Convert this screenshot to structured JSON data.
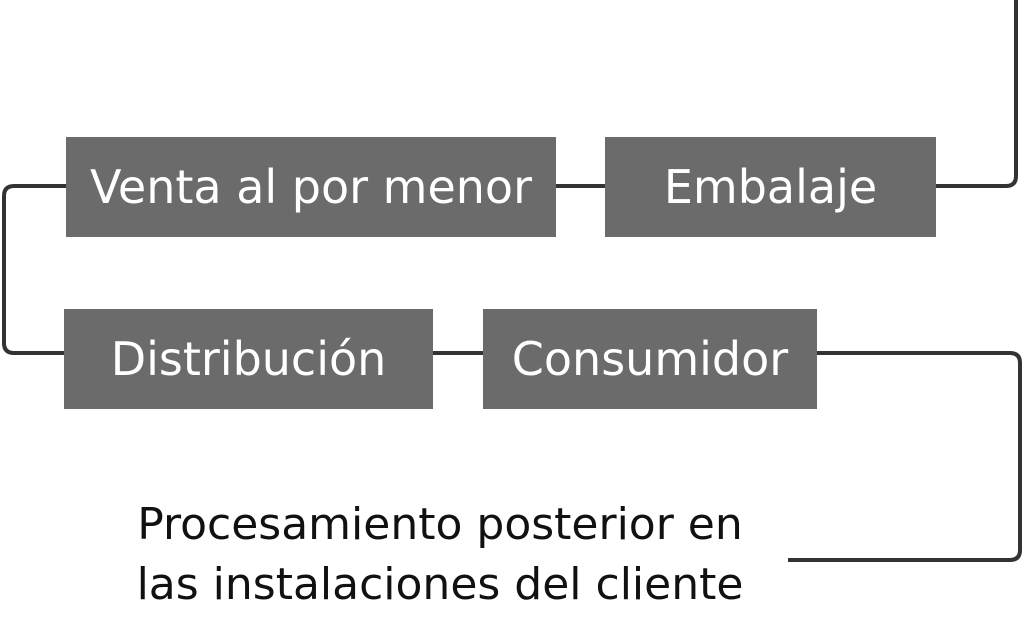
{
  "diagram": {
    "nodes": {
      "venta": "Venta al por menor",
      "embalaje": "Embalaje",
      "distribucion": "Distribución",
      "consumidor": "Consumidor"
    },
    "caption": {
      "line1": "Procesamiento posterior en",
      "line2": "las instalaciones del cliente"
    },
    "colors": {
      "box_fill": "#6b6b6b",
      "box_text": "#ffffff",
      "connector": "#333333",
      "caption_text": "#111111"
    }
  }
}
